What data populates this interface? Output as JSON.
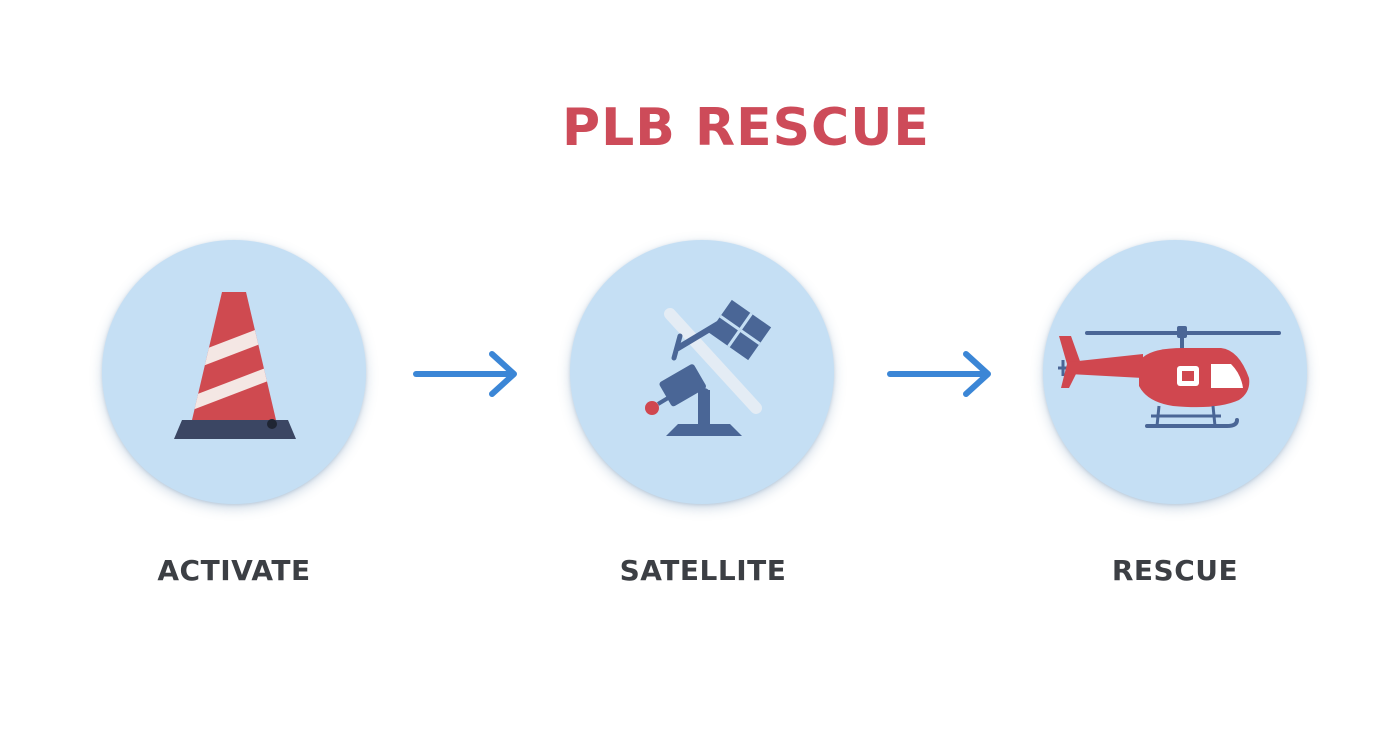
{
  "title": "PLB RESCUE",
  "steps": [
    {
      "label": "ACTIVATE",
      "icon": "traffic-cone-icon"
    },
    {
      "label": "SATELLITE",
      "icon": "satellite-icon"
    },
    {
      "label": "RESCUE",
      "icon": "helicopter-icon"
    }
  ],
  "colors": {
    "title": "#cd4b59",
    "circle_fill": "#c5dff4",
    "arrow": "#3b86d6",
    "icon_red": "#d0474f",
    "icon_blue": "#4a6696",
    "label_text": "#3c3f44"
  }
}
